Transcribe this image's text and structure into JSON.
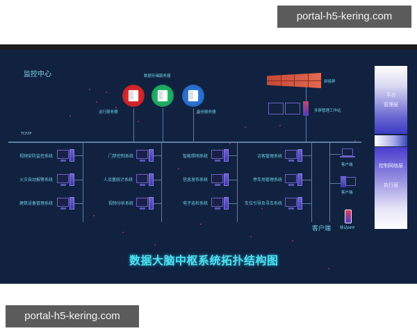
{
  "watermarks": {
    "top": "portal-h5-kering.com",
    "bottom": "portal-h5-kering.com"
  },
  "diagram": {
    "title": "数据大脑中枢系统拓扑结构图",
    "monitor_center": "监控中心",
    "network_label": "TCP/IP",
    "servers": {
      "storage": "数据存储服务器",
      "run": "运行服务器",
      "backup": "备份服务器"
    },
    "display": {
      "splice_screen": "拼接屏",
      "workstation": "多屏管理工作站"
    },
    "subsystems": {
      "col1": [
        "视频安防监控系统",
        "火灾自动报警系统",
        "建筑设备管理系统"
      ],
      "col2": [
        "门禁控制系统",
        "人流量统计系统",
        "视频分析系统"
      ],
      "col3": [
        "智能照明系统",
        "信息发布系统",
        "电子巡检系统"
      ],
      "col4": [
        "访客管理系统",
        "停车场管理系统",
        "车位引导及寻车系统"
      ]
    },
    "clients": {
      "laptop": "客户端",
      "desktop": "客户端",
      "mobile": "移动APP",
      "group": "客户端"
    },
    "layers": {
      "platform_line1": "平台",
      "platform_line2": "管理层",
      "control": "控制网络层",
      "execution": "执行层"
    },
    "colors": {
      "background": "#112240",
      "line": "#5d7ea6",
      "label": "#6fd0e3",
      "title": "#4fe0ef",
      "server_run": "#d42328",
      "server_storage": "#1eab62",
      "server_backup": "#1f6fd1",
      "splice": "#d9533f",
      "device": "#6b62c9"
    }
  }
}
